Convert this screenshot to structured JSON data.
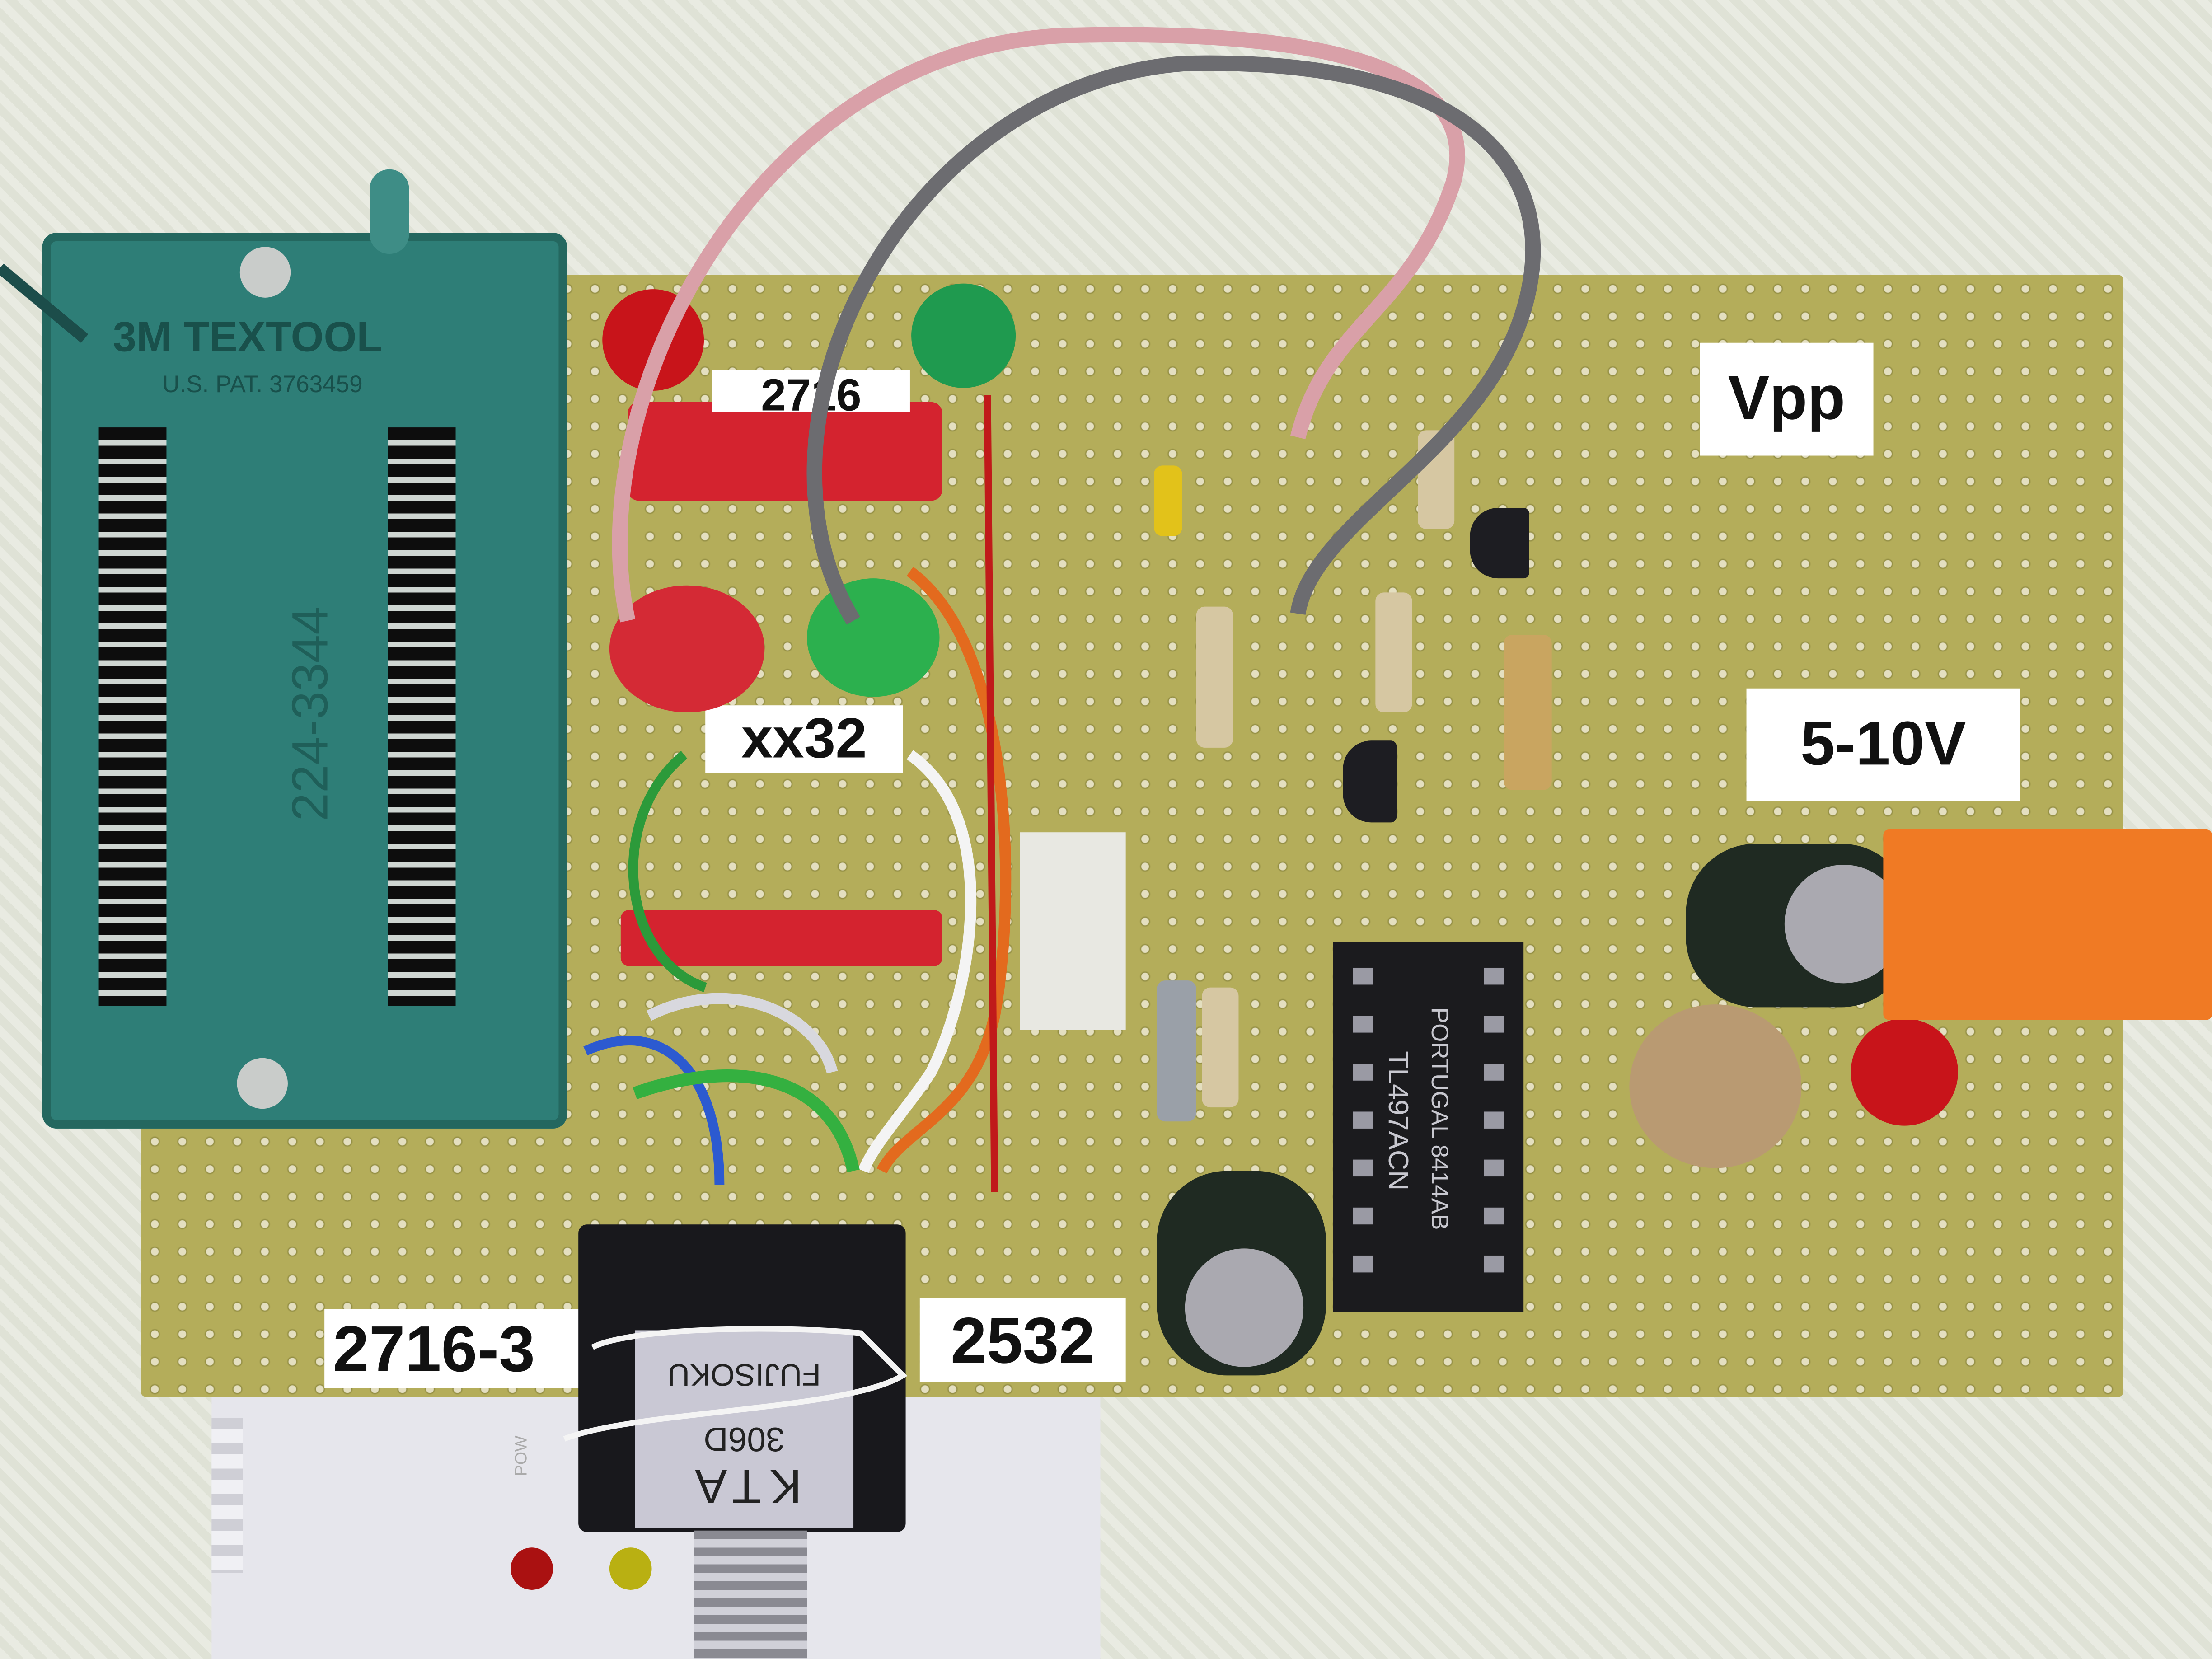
{
  "socket": {
    "brand": "3M TEXTOOL",
    "patent": "U.S. PAT. 3763459",
    "part_number": "224-3344"
  },
  "labels": {
    "top_jumper": "2716",
    "mid_jumper": "xx32",
    "vpp": "Vpp",
    "supply": "5-10V",
    "left_switch": "2716-3",
    "right_switch": "2532"
  },
  "ic": {
    "origin": "PORTUGAL 8414AB",
    "part": "TL497ACN"
  },
  "switch": {
    "brand": "FUJISOKU",
    "code": "306D",
    "model": "KTA"
  },
  "programmer": {
    "power_label": "POW"
  },
  "colors": {
    "pcb": "#b4ad5a",
    "socket": "#2e7e77",
    "led_red": "#c8141a",
    "led_green": "#1f9a4f",
    "terminal": "#f07a24",
    "wire_pink": "#d9a0a8",
    "wire_gray": "#6c6c70"
  }
}
